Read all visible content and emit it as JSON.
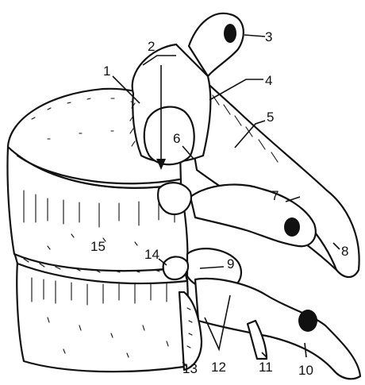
{
  "figure": {
    "labels": [
      {
        "id": "1",
        "text": "1"
      },
      {
        "id": "2",
        "text": "2"
      },
      {
        "id": "3",
        "text": "3"
      },
      {
        "id": "4",
        "text": "4"
      },
      {
        "id": "5",
        "text": "5"
      },
      {
        "id": "6",
        "text": "6"
      },
      {
        "id": "7",
        "text": "7"
      },
      {
        "id": "8",
        "text": "8"
      },
      {
        "id": "9",
        "text": "9"
      },
      {
        "id": "10",
        "text": "10"
      },
      {
        "id": "11",
        "text": "11"
      },
      {
        "id": "12",
        "text": "12"
      },
      {
        "id": "13",
        "text": "13"
      },
      {
        "id": "14",
        "text": "14"
      },
      {
        "id": "15",
        "text": "15"
      }
    ]
  },
  "colors": {
    "ink": "#111111",
    "paper": "#ffffff"
  }
}
